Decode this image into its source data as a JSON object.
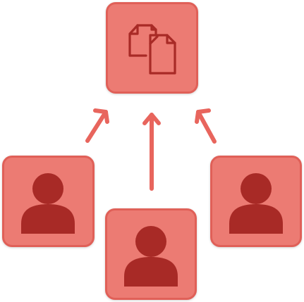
{
  "colors": {
    "tile_fill": "#ec7b73",
    "tile_border": "#e06058",
    "icon": "#a82a26",
    "arrow": "#e8655d"
  },
  "nodes": [
    {
      "id": "shared-documents",
      "icon": "documents-icon"
    },
    {
      "id": "user-left",
      "icon": "person-icon"
    },
    {
      "id": "user-center",
      "icon": "person-icon"
    },
    {
      "id": "user-right",
      "icon": "person-icon"
    }
  ],
  "edges": [
    {
      "from": "user-left",
      "to": "shared-documents"
    },
    {
      "from": "user-center",
      "to": "shared-documents"
    },
    {
      "from": "user-right",
      "to": "shared-documents"
    }
  ]
}
